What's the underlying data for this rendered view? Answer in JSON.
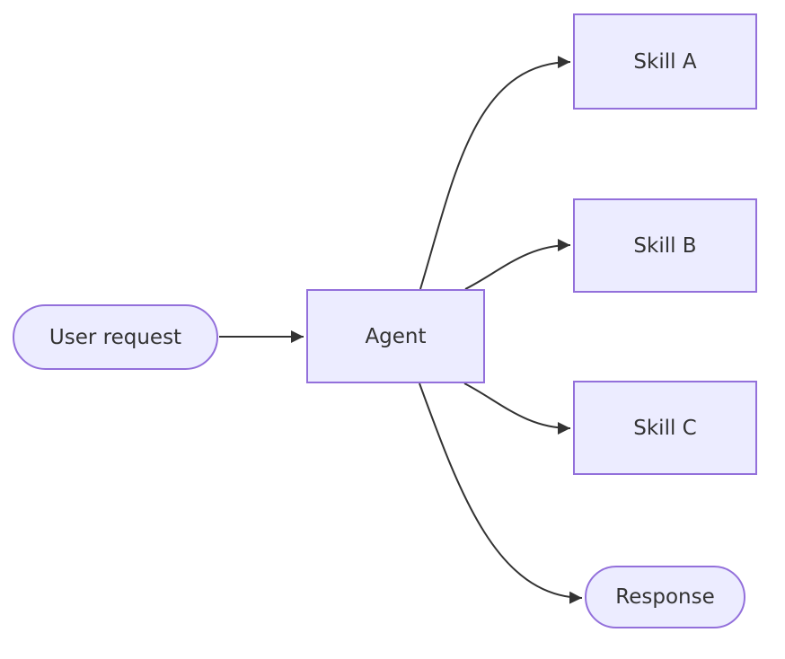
{
  "diagram": {
    "type": "flowchart",
    "direction": "LR",
    "nodes": [
      {
        "id": "user_request",
        "label": "User request",
        "shape": "stadium"
      },
      {
        "id": "agent",
        "label": "Agent",
        "shape": "rectangle"
      },
      {
        "id": "skill_a",
        "label": "Skill A",
        "shape": "rectangle"
      },
      {
        "id": "skill_b",
        "label": "Skill B",
        "shape": "rectangle"
      },
      {
        "id": "skill_c",
        "label": "Skill C",
        "shape": "rectangle"
      },
      {
        "id": "response",
        "label": "Response",
        "shape": "stadium"
      }
    ],
    "edges": [
      {
        "from": "user_request",
        "to": "agent",
        "style": "arrow"
      },
      {
        "from": "agent",
        "to": "skill_a",
        "style": "arrow"
      },
      {
        "from": "agent",
        "to": "skill_b",
        "style": "arrow"
      },
      {
        "from": "agent",
        "to": "skill_c",
        "style": "arrow"
      },
      {
        "from": "agent",
        "to": "response",
        "style": "arrow"
      }
    ],
    "colors": {
      "node_fill": "#ECECFF",
      "node_border": "#9370DB",
      "edge_stroke": "#333333",
      "text": "#333333",
      "background": "#FFFFFF"
    }
  }
}
